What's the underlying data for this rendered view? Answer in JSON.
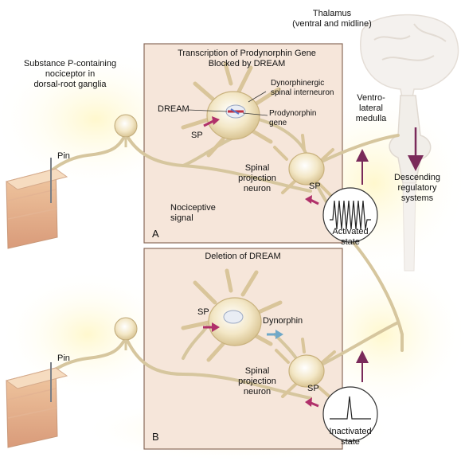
{
  "panel_a": {
    "title": "Transcription of Prodynorphin Gene\nBlocked by DREAM",
    "letter": "A",
    "dream_label": "DREAM",
    "interneuron_label": "Dynorphinergic\nspinal interneuron",
    "prodynorphin_label": "Prodynorphin\ngene",
    "sp_interneuron": "SP",
    "projection_label": "Spinal\nprojection\nneuron",
    "sp_projection": "SP",
    "nociceptive_label": "Nociceptive\nsignal",
    "pin_label": "Pin",
    "state_label": "Activated\nstate"
  },
  "panel_b": {
    "title": "Deletion of DREAM",
    "letter": "B",
    "sp_interneuron": "SP",
    "dynorphin_label": "Dynorphin",
    "projection_label": "Spinal\nprojection\nneuron",
    "sp_projection": "SP",
    "pin_label": "Pin",
    "state_label": "Inactivated\nstate"
  },
  "nociceptor_label": "Substance P-containing\nnociceptor in\ndorsal-root ganglia",
  "thalamus_label": "Thalamus\n(ventral and midline)",
  "medulla_label": "Ventro-\nlateral\nmedulla",
  "descending_label": "Descending\nregulatory\nsystems",
  "colors": {
    "panel_fill": "#f6e6da",
    "panel_border": "#8a6a5a",
    "nerve": "#d8c9a3",
    "arrow_purple": "#7a2a5a",
    "sp_arrow": "#b0306a",
    "dynorphin_arrow": "#6fa8c8",
    "brain": "#f3f0ec"
  }
}
